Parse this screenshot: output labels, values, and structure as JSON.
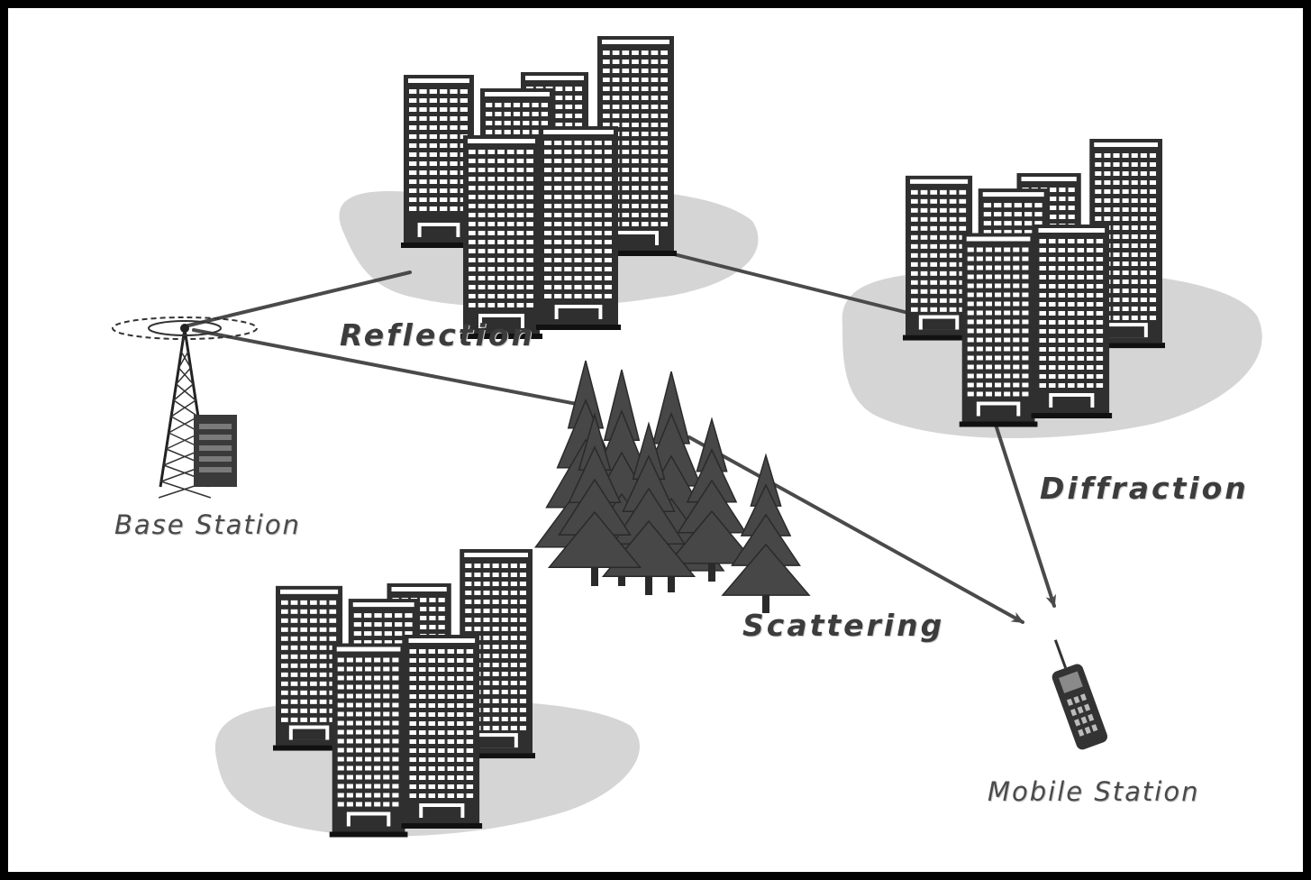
{
  "diagram": {
    "labels": {
      "reflection": "Reflection",
      "diffraction": "Diffraction",
      "scattering": "Scattering",
      "base_station": "Base Station",
      "mobile_station": "Mobile Station"
    },
    "colors": {
      "frame": "#000000",
      "ground": "#d5d5d5",
      "building": "#2f2f2f",
      "window": "#ffffff",
      "tree": "#474747",
      "ray": "#4a4a4a",
      "text": "#3c3c3c"
    },
    "icons": [
      "radio-tower-icon",
      "antenna-pattern-icon",
      "equipment-cabinet-icon",
      "office-buildings-icon",
      "pine-tree-icon",
      "mobile-phone-icon"
    ]
  }
}
